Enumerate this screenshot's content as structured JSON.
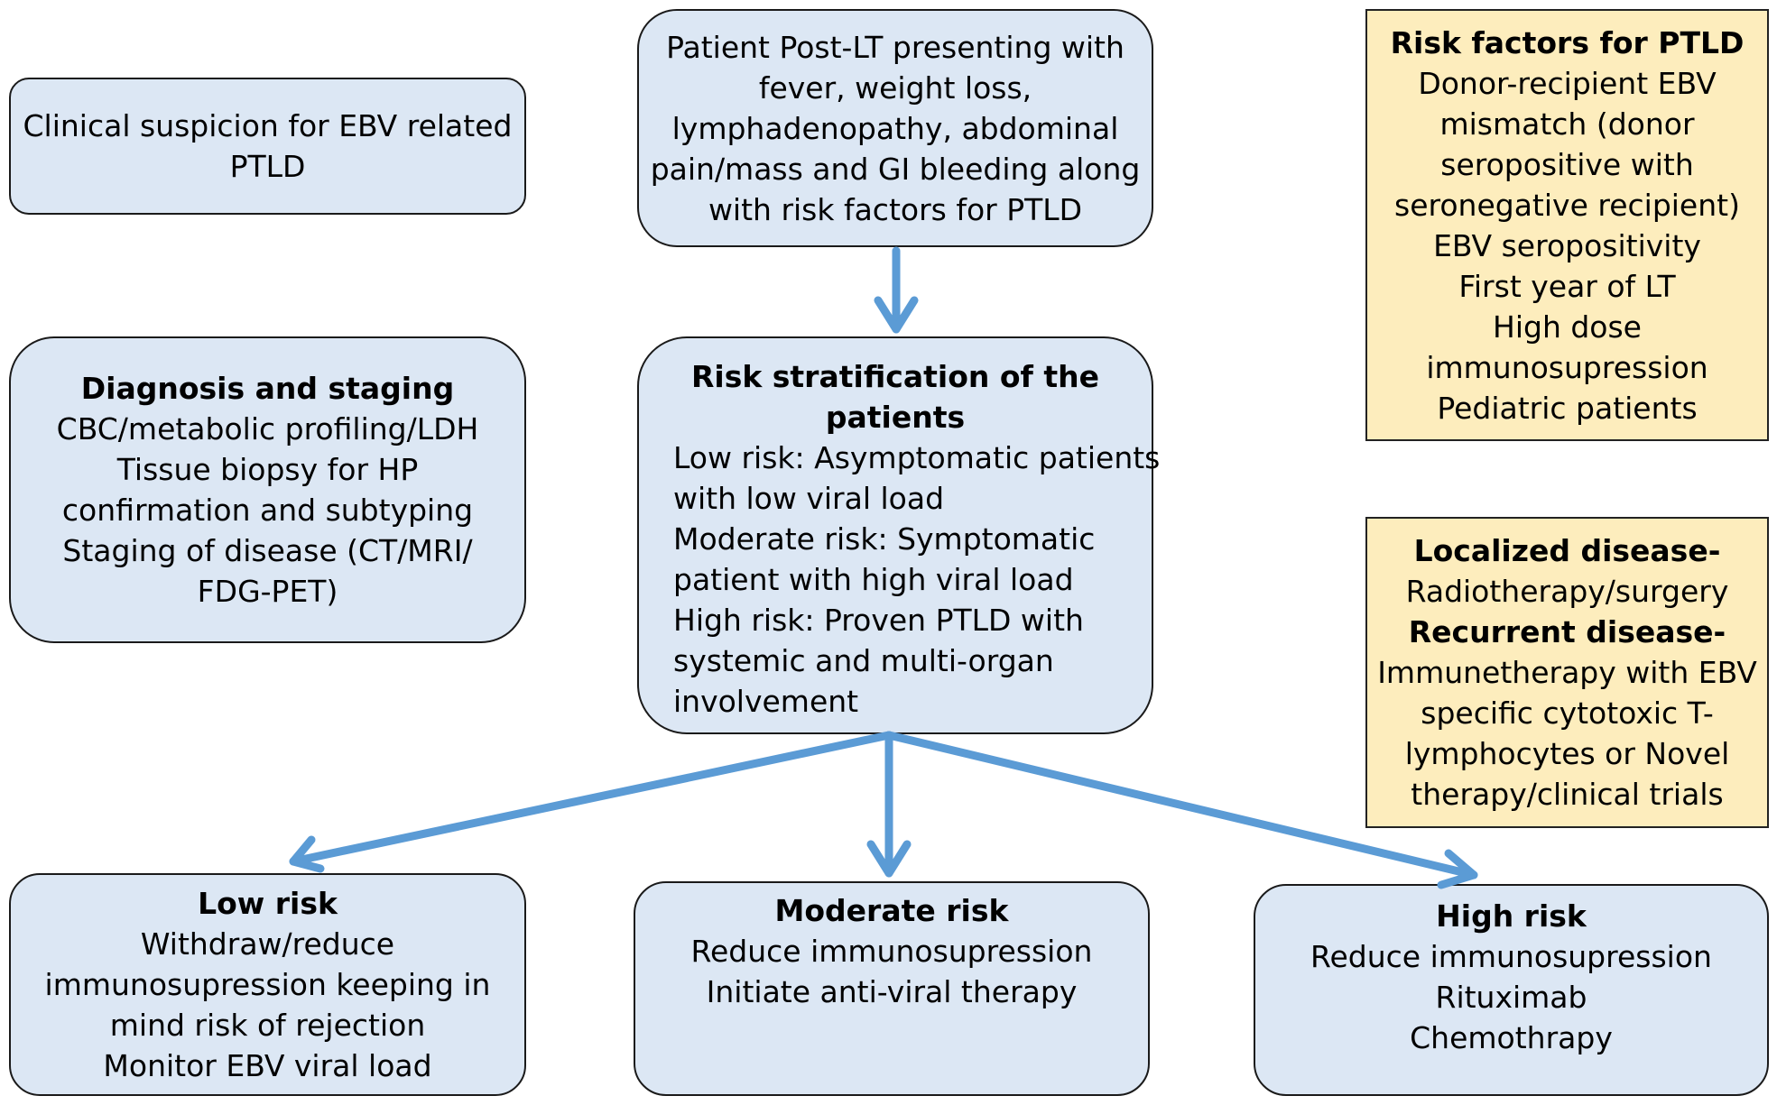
{
  "clinical_suspicion": {
    "lines": [
      "Clinical suspicion for EBV related",
      "PTLD"
    ]
  },
  "presentation": {
    "lines": [
      "Patient Post-LT presenting with",
      "fever, weight loss,",
      "lymphadenopathy, abdominal",
      "pain/mass and GI bleeding along",
      "with risk factors for PTLD"
    ]
  },
  "risk_factors": {
    "title": "Risk factors for PTLD",
    "lines": [
      "Donor-recipient EBV",
      "mismatch (donor",
      "seropositive with",
      "seronegative recipient)",
      "EBV seropositivity",
      "First year of LT",
      "High dose",
      "immunosupression",
      "Pediatric patients"
    ]
  },
  "diagnosis": {
    "title": "Diagnosis and staging",
    "lines": [
      "CBC/metabolic profiling/LDH",
      "Tissue biopsy for HP",
      "confirmation and subtyping",
      "Staging of disease (CT/MRI/",
      "FDG-PET)"
    ]
  },
  "stratification": {
    "title_lines": [
      "Risk stratification of the",
      "patients"
    ],
    "lines": [
      "Low risk: Asymptomatic patients",
      "with low viral load",
      "Moderate risk: Symptomatic",
      "patient with high viral load",
      "High risk: Proven PTLD with",
      "systemic and multi-organ",
      "involvement"
    ]
  },
  "disease_treatment": {
    "localized_title": "Localized disease-",
    "localized_line": "Radiotherapy/surgery",
    "recurrent_title": "Recurrent disease-",
    "recurrent_lines": [
      "Immunetherapy with EBV",
      "specific cytotoxic T-",
      "lymphocytes or Novel",
      "therapy/clinical trials"
    ]
  },
  "low_risk": {
    "title": "Low risk",
    "lines": [
      "Withdraw/reduce",
      "immunosupression keeping in",
      "mind risk of rejection",
      "Monitor EBV viral load"
    ]
  },
  "moderate_risk": {
    "title": "Moderate risk",
    "lines": [
      "Reduce immunosupression",
      "Initiate anti-viral therapy"
    ]
  },
  "high_risk": {
    "title": "High risk",
    "lines": [
      "Reduce immunosupression",
      "Rituximab",
      "Chemothrapy"
    ]
  },
  "colors": {
    "box_fill": "#dce7f4",
    "note_fill": "#fdedbd",
    "arrow": "#5b9bd5",
    "border": "#1a1a1a"
  }
}
